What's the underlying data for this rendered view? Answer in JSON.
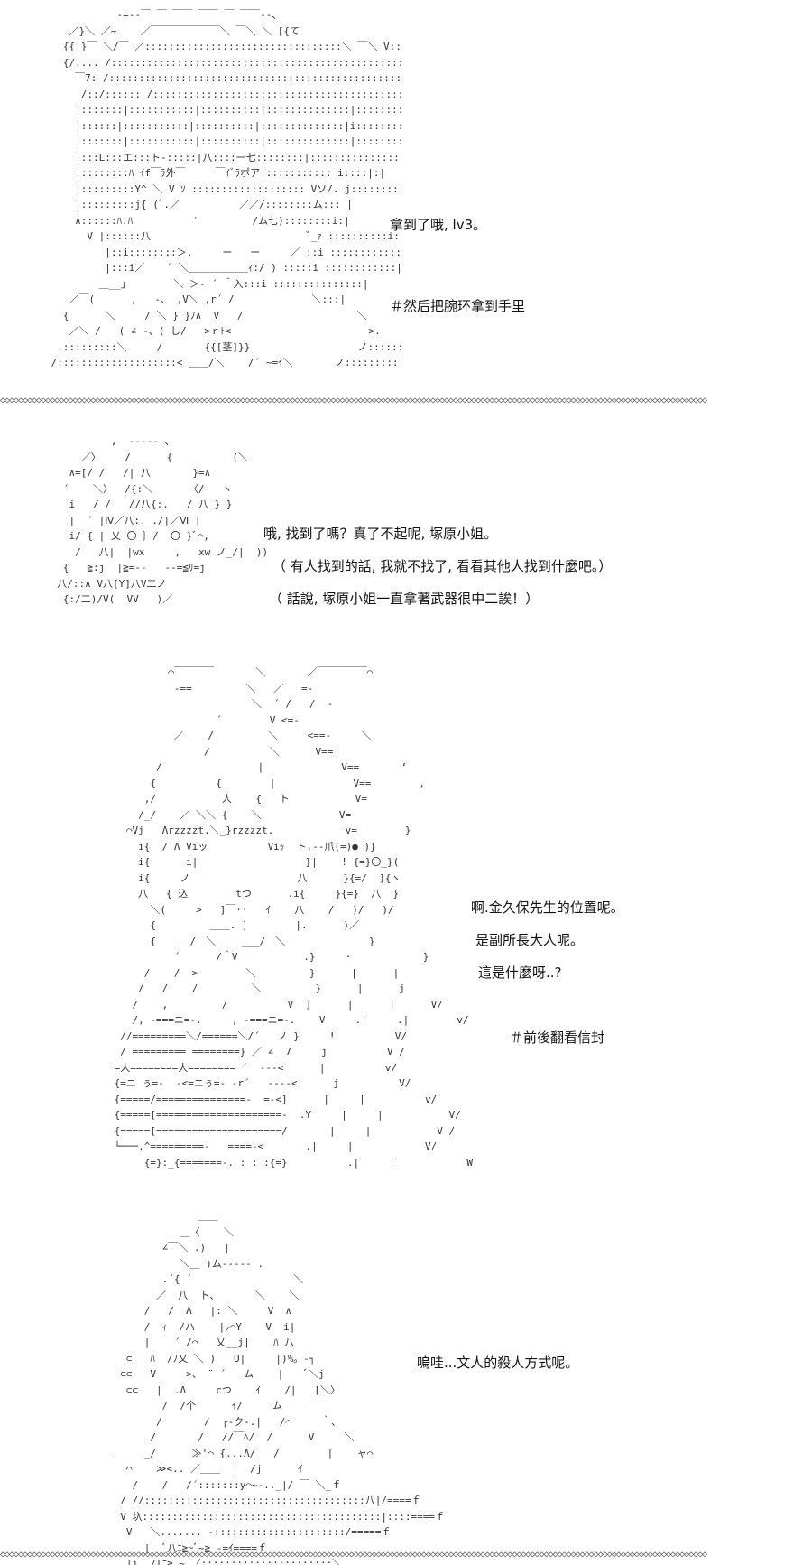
{
  "panels": [
    {
      "art": "            -=‐‐￣ ￣ ￣￣ ￣￣ ￣ ￣￣‐-、\n    ／}＼ ／~    ／￣￣￣￣￣￣￣＼ ￣＼ ＼ [{て\n   {{!}￣ ＼/￣ ／:::::::::::::::::::::::::::::::::＼ ￣＼ V::＼ﾚ }}\n   {/.... /::::::::::::::::::::::::::::::::::::::::::::::::::＼ ＿＿/...... ＞┘\n     ￣7: /::::::::::::::::::::::::::::::::::::::::::::::::::::::::::::::::::::::::::::::マ<\n      /::/:::::: /::::::::::::::::::::::::::::::::::::::::::::::::::::::::::::::::::::::::::::::::V/\\\n     |:::::::|:::::::::::|::::::::::|::::::::::::::|::::::::::::::::::|:::::::::::::::::::::::::|::::::::::::|\n     |::::::|:::::::::::|::::::::::|::::::::::::::|i::::::::::::::::::|:::::::::::::::::::::::::|:::::::::::|:|\n     |:::::::|:::::::::::|::::::::::|::::::::::::::|::::::::::::::::::|:::::::::::::::::::::::::|:::::::::::|:|\n     |:::L:::エ:::ト-:::::|八::::一七::::::::|::::::::::::::::::::::|:|\n     |::::::::ﾊ ｲf￣ﾗ外￣     ￣ｲﾞﾗポア|::::::::::: i::::|:|\n     |:::::::::Y^ ＼ V ｿ ::::::::::::::::::: Vソ/. j::::::::: i:::|:|\n     |:::::::::j{ (ﾞ.／          ／／/::::::::ム::: |\n     ∧::::::ﾊ.ﾊ          ′         /ム七)::::::::i:|\n       V |::::::八                          ﾞ_ｧ ::::::::::i:|\n          |::i::::::::＞.     ー   ー     ／ ::i ::::::::::::|:|\n          |:::i／    ゛＼＿＿＿＿＿＿ｨ:/ ) :::::i ::::::::::::|\n         ＿__｣        ＼ ＞- ´ ＾入:::i :::::::::::::::|\n    ／￣(      ,   -、 ,V＼ ,r´ /             ＼:::|\n   {      ＼     / ＼ } }ﾉ∧  V   /                   ＼\n    ／＼ /   ( ∠ -、( し/   >ｒﾄ<                       >.\n  .:::::::::＼     /       {{[茎]}}                  ノ:::::::::＼\n /::::::::::::::::::::< ＿＿/＼    /´ ~=ｲ＼       ノ:::::::::::::::::}",
      "lines": [
        "拿到了哦, lv3。",
        "＃然后把腕环拿到手里"
      ]
    },
    {
      "art": "           ,  -‐‐‐‐ 、\n      ／〉    /      {          (＼\n    ∧=[/ /   /| 八       }=∧\n   ´    ＼〉  /{:＼      〈/   ヽ\n    i   / /   //八{:.   / 八 } }\n    |  ´ |Ⅳ／八:. ./|／Ⅵ |\n    i/ { | 乂 〇 ｝/  〇 }ﾞ⌒,\n     /   八|  |wx     ,   xw ノ_/|  ))\n   {   ≧:j  |≧=‐-   ‐-=≦ﾘ=j\n  八/::∧ V八[Y]八V二ノ\n   {:/二)/V(  VV   )／",
      "lines": [
        "哦, 找到了嗎？真了不起呢, 塚原小姐。",
        "（ 有人找到的話, 我就不找了, 看看其他人找到什麼吧。）",
        "（ 話說, 塚原小姐一直拿著武器很中二誒！）"
      ]
    },
    {
      "art": "          ⌒￣￣￣￣       ＼       ／￣￣￣￣￣⌒\n           -==         ＼   ／   =-\n                        ＼  ´ /   /  -\n                  ´        V <=-\n           ／    /         ＼     <==-     ＼\n                /          ＼      V==\n        /                |             V==       ‘\n       {          {        |             V==        ,\n      ,/           人    {   ト           V=\n     /_/    ／ ＼＼ {    ＼             V=\n   ⌒Vj   Λrzzzzt.＼_}rzzzzt.            v=        }\n     i{  / Λ Viッ          Viｯ  ト.-‐爪(=)●_)}\n     i{      i|                  }|    ! {=}〇_}(\n     i{     ノ                  八      }{=/  ]{ヽ\n     八   { 込        tつ      .i{     }{=}  八  }\n       ＼(     >   ]￣··   ｲ    八    /   )/   )/\n       {         ＿＿. ]        |.      )／\n       {    ＿/￣＼ ＿＿___/￣＼              }\n           ´      /＾V           .}     ·            }\n      /    /  >        ＼         }      |      |\n     /   /    /         ＼         }      |      j\n    /    ,         /          V  ]      |      !      V/\n    /, -===ニ=-.     , -===ニ=-.    V     .|     .|        v/\n  //=========＼/======＼/´   ノ }     !          V/\n  / ========= ========} ／ ∠ _7     j          V /\n =人========人======== ´  ---<      |          v/\n {=ニ ぅ=-  -<=ニぅ=- -r´   ----<      j          V/\n {=====/===============-  =-<]      |     |          v/\n {=====[=====================-  .Y     |     |           V/\n {=====[=====================/       |     |           V /\n └───.^=========-   ====-<       .|     |            V/\n      {=}:_{=======-. : : :{=}          .|     |            W",
      "lines": [
        "啊.金久保先生的位置呢。",
        "是副所長大人呢。",
        "這是什麼呀..?",
        "＃前後翻看信封"
      ]
    },
    {
      "art": "               ＿＿\n            ＿〈    ＼\n         ∠￣＼ .)   |\n            ＼＿ )ム‐‐‐-- .\n         .´{ ´                 ＼\n        ／  八  ト、      ＼    ＼\n      /   /  Λ   |: ＼     V  ∧\n      /  ｨ  /ハ    |ﾚ⌒Y    V  i|\n      |    ´ /⌒   乂__j|    ﾊ 八\n   ⊂   ﾊ  /ﾉ乂 ＼ )   U|     |)%。-┐\n  ⊂⊂   V     >、 ¨ ´   ム    |    ﾞ＼j\n   ⊂⊂   |  .Λ     cつ    ｲ    /|   [＼〉\n         /  /个      ｲ/     ム\n        /       /  ┌-ク-.|   /⌒     ｀、\n       /       /   //￣ﾍ/  /      V     ＼\n ＿＿＿_/      ≫'⌒ {...Λ/   /        |    ャ⌒\n   ⌒    ≫<.. ／＿＿  |  /j      ｲ\n    /    /   /´:::::::y⌒~-.._|/ ￣ ＼_ｆ\n  / //:::::::::::::::::::::::::::::::::::::八|/====ｆ\n  V 圦::::::::::::::::::::::::::::::::::::::::|::::====ｆ\n   V   ＼....... -::::::::::::::::::::::/=====ｆ\n      |  ﾞ八ﾆ≧~ﾞ~≧ -=ｲ====ｆ\n   |i  /[ﾆ≧ ~ 〈::::::::::::::::::::::＼",
      "lines": [
        "嗚哇...文人的殺人方式呢。"
      ]
    }
  ],
  "divider_pattern": "◇◇◇◇◇◇◇◇◇◇◇◇◇◇◇◇◇◇◇◇◇◇◇◇◇◇◇◇◇◇◇◇◇◇◇◇◇◇◇◇◇◇◇◇◇◇◇◇◇◇◇◇◇◇◇◇◇◇◇◇◇◇◇◇◇◇◇◇◇◇◇◇◇◇◇◇◇◇◇◇◇◇◇◇◇◇◇◇◇◇◇◇◇◇◇◇◇◇◇◇◇◇◇◇◇◇◇◇◇◇◇◇◇◇◇◇◇◇◇◇◇◇◇◇◇◇◇◇◇◇◇◇◇◇◇◇◇◇◇◇◇◇◇◇◇◇◇◇◇◇◇◇◇◇◇◇"
}
